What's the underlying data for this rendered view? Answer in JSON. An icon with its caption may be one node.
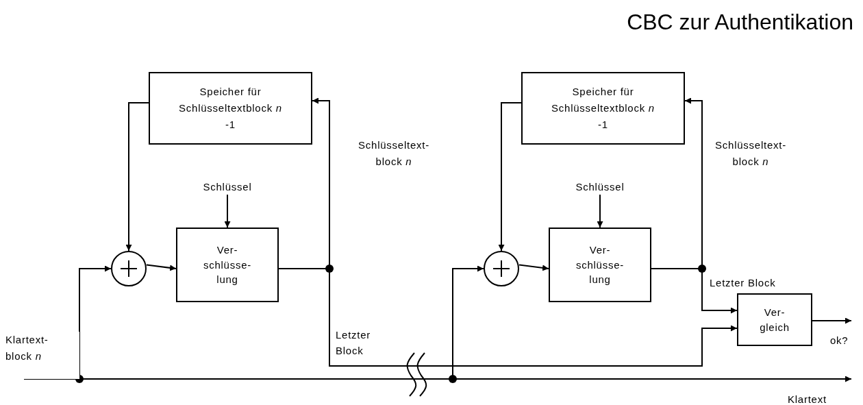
{
  "diagram": {
    "title": "CBC zur Authentikation",
    "nodes": [
      {
        "text": [
          "Speicher für Schlüsseltextblock *n* -1"
        ]
      },
      {
        "text": [],
        "shape": "circle"
      },
      {
        "text": [
          "Ver- schlüsse- lung"
        ]
      },
      {
        "text": [
          "Schlüssel"
        ]
      },
      {
        "text": [
          "Klartext- block *n*"
        ]
      },
      {
        "text": [
          "Speicher für Schlüsseltextblock *n* -1"
        ]
      },
      {
        "text": [],
        "shape": "circle"
      },
      {
        "text": [
          "Ver- schlüsse- lung"
        ]
      },
      {
        "text": [
          "Schlüssel"
        ]
      },
      {
        "text": [
          "Ver- gleich"
        ]
      }
    ],
    "edges": [
      {
        "from": 0,
        "to": 1,
        "arrow": "to"
      },
      {
        "from": 1,
        "to": 2,
        "arrow": "to"
      },
      {
        "from": 2,
        "to": 0,
        "arrow": "to",
        "label": "Schlüsseltext- block *n*"
      },
      {
        "from": 3,
        "to": 2,
        "arrow": "to"
      },
      {
        "from": 4,
        "to": 1,
        "arrow": "to"
      },
      {
        "from": 2,
        "to": 9,
        "arrow": "to",
        "label": "Letzter Block"
      },
      {
        "from": 5,
        "to": 6,
        "arrow": "to"
      },
      {
        "from": 6,
        "to": 7,
        "arrow": "to"
      },
      {
        "from": 7,
        "to": 5,
        "arrow": "to",
        "label": "Schlüsseltext- block *n*"
      },
      {
        "from": 8,
        "to": 7,
        "arrow": "to"
      },
      {
        "from": 4,
        "to": 6,
        "arrow": "to"
      },
      {
        "from": 7,
        "to": 9,
        "arrow": "to",
        "label": "Letzter Block"
      },
      {
        "from": 9,
        "to": null,
        "arrow": "to"
      },
      {
        "from": 4,
        "to": null,
        "arrow": "to"
      }
    ],
    "labels": [
      "ok?",
      "Klartext"
    ]
  }
}
